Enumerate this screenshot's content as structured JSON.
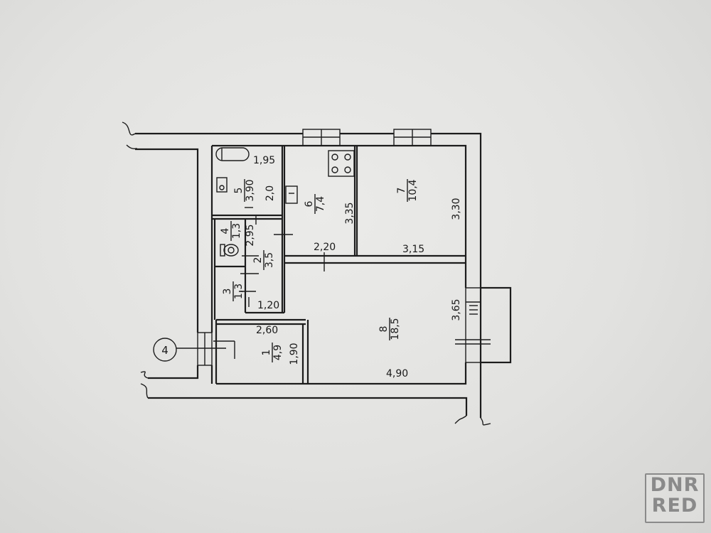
{
  "axis_marker": "4",
  "rooms": [
    {
      "id": "room-1",
      "number": "1",
      "area": "4,9"
    },
    {
      "id": "room-2",
      "number": "2",
      "area": "3,5"
    },
    {
      "id": "room-3",
      "number": "3",
      "area": "1,3"
    },
    {
      "id": "room-4",
      "number": "4",
      "area": "1,3"
    },
    {
      "id": "room-5",
      "number": "5",
      "area": "3,90"
    },
    {
      "id": "room-6",
      "number": "6",
      "area": "7,4"
    },
    {
      "id": "room-7",
      "number": "7",
      "area": "10,4"
    },
    {
      "id": "room-8",
      "number": "8",
      "area": "18,5"
    }
  ],
  "dimensions": {
    "d_1_95": "1,95",
    "d_2_0": "2,0",
    "d_2_95": "2,95",
    "d_1_20": "1,20",
    "d_2_60": "2,60",
    "d_1_90": "1,90",
    "d_3_35": "3,35",
    "d_2_20": "2,20",
    "d_3_30": "3,30",
    "d_3_15": "3,15",
    "d_3_65": "3,65",
    "d_4_90": "4,90"
  },
  "watermark": {
    "line1": "DNR",
    "line2": "RED"
  }
}
